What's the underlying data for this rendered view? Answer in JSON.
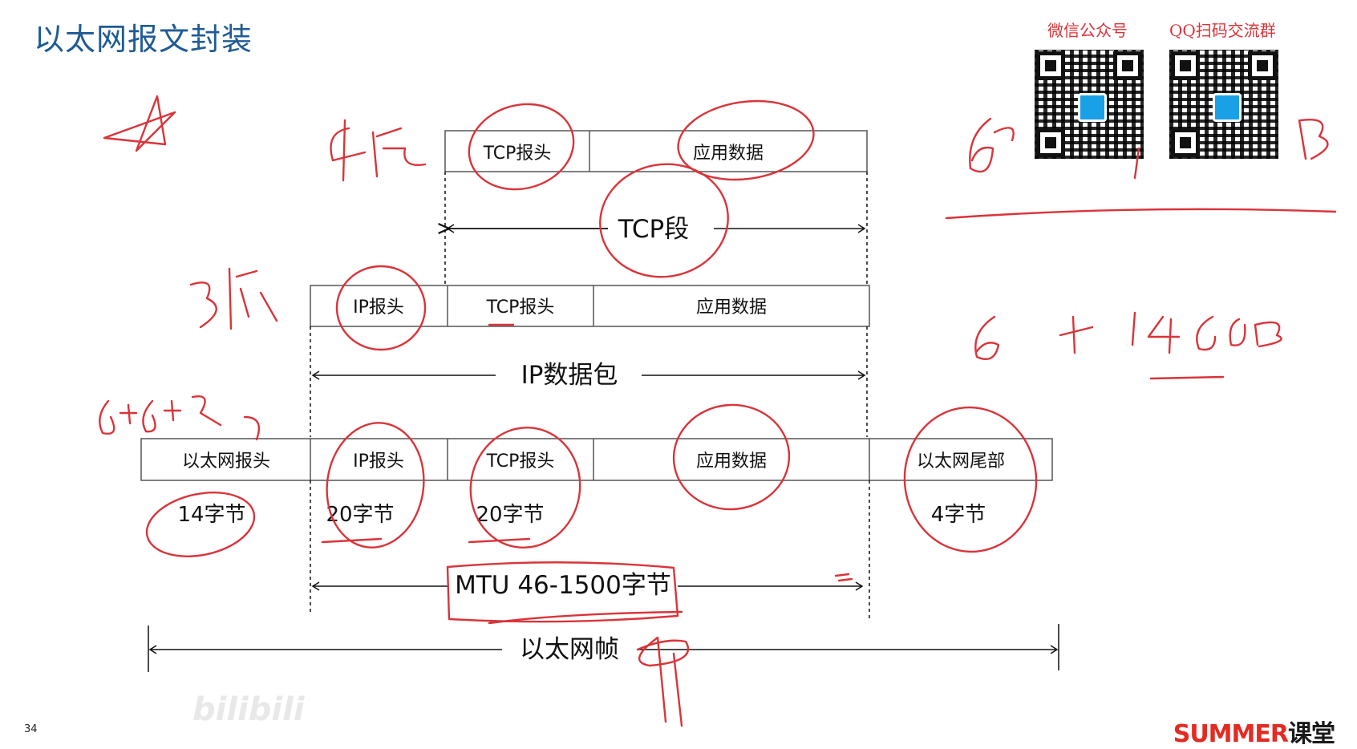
{
  "slide": {
    "title": "以太网报文封装",
    "page_number": "34",
    "brand": {
      "name": "SUMMER",
      "suffix": "课堂"
    },
    "watermark": "bilibili"
  },
  "qr": {
    "left_label": "微信公众号",
    "right_label": "QQ扫码交流群"
  },
  "diagram": {
    "row1": [
      "TCP报头",
      "应用数据"
    ],
    "row2": [
      "IP报头",
      "TCP报头",
      "应用数据"
    ],
    "row3": [
      "以太网报头",
      "IP报头",
      "TCP报头",
      "应用数据",
      "以太网尾部"
    ],
    "sizes": [
      "14字节",
      "20字节",
      "20字节",
      "4字节"
    ],
    "spans": {
      "tcp": "TCP段",
      "ip": "IP数据包",
      "mtu": "MTU 46-1500字节",
      "eth": "以太网帧"
    }
  },
  "colors": {
    "title": "#1f5b94",
    "annotation": "#d9343a",
    "brand": "#e32b22"
  }
}
